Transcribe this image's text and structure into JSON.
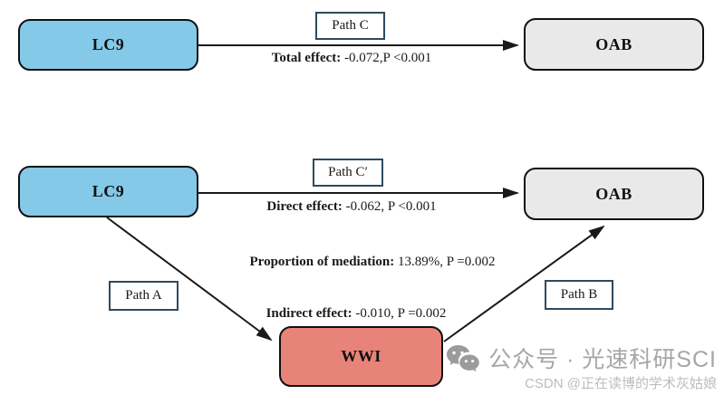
{
  "diagram": {
    "top_model": {
      "predictor": "LC9",
      "outcome": "OAB",
      "path_label": "Path C",
      "effect_label": "Total effect:",
      "effect_value": " -0.072,P <0.001"
    },
    "bottom_model": {
      "predictor": "LC9",
      "outcome": "OAB",
      "mediator": "WWI",
      "path_direct_label": "Path C′",
      "path_a_label": "Path A",
      "path_b_label": "Path B",
      "direct_effect_label": "Direct effect:",
      "direct_effect_value": " -0.062, P <0.001",
      "proportion_label": "Proportion of mediation:",
      "proportion_value": " 13.89%, P =0.002",
      "indirect_effect_label": "Indirect effect:",
      "indirect_effect_value": " -0.010, P =0.002"
    },
    "colors": {
      "predictor_fill": "#85C9E8",
      "outcome_fill": "#E9E9E9",
      "mediator_fill": "#E8837A",
      "label_box_border": "#2E4A5E",
      "arrow": "#1A1A1A"
    }
  },
  "watermark": {
    "icon": "wechat-icon",
    "wechat_text": "公众号 · 光速科研SCI",
    "csdn_text": "CSDN @正在读博的学术灰姑娘",
    "text_color": "#A6A6A6",
    "csdn_color": "#BDBDBD"
  }
}
